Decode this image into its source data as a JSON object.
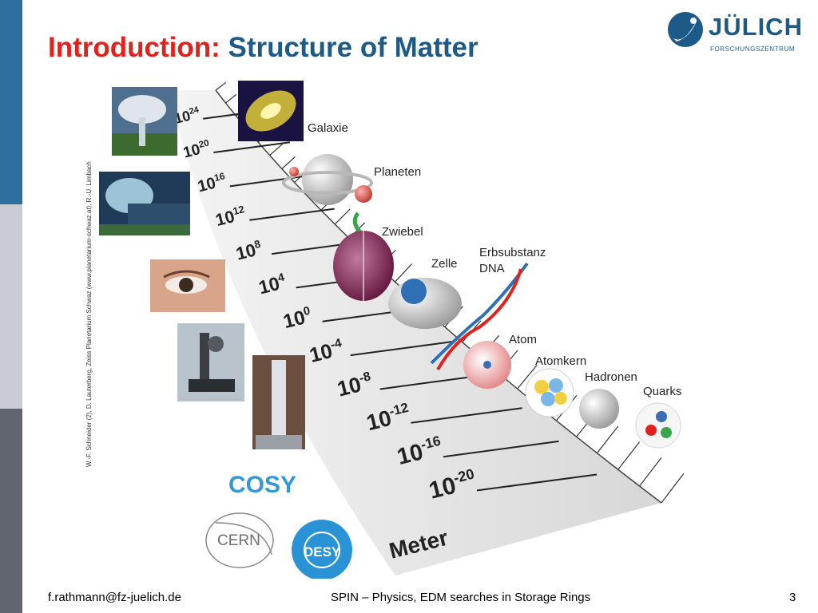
{
  "slide": {
    "title_part1": "Introduction:",
    "title_part2": "Structure of Matter",
    "logo_name": "JÜLICH",
    "logo_subtitle": "FORSCHUNGSZENTRUM",
    "footer_email": "f.rathmann@fz-juelich.de",
    "footer_talk": "SPIN – Physics, EDM searches in Storage Rings",
    "page_number": "3"
  },
  "figure": {
    "credit": "W.-F. Schneider (2), D. Lauterberg, Zeiss Planetarium Schwaz (www.planetarium-schwaz.at), R.-U. Limbach",
    "scale_exponents": [
      "24",
      "20",
      "16",
      "12",
      "8",
      "4",
      "0",
      "-4",
      "-8",
      "-12",
      "-16",
      "-20"
    ],
    "scale_base": "10",
    "unit_label": "Meter",
    "objects": [
      "Galaxie",
      "Planeten",
      "Zwiebel",
      "Zelle",
      "Erbsubstanz",
      "DNA",
      "Atom",
      "Atomkern",
      "Hadronen",
      "Quarks"
    ],
    "facility_labels": [
      "COSY",
      "CERN",
      "DESY"
    ],
    "colors": {
      "blue": "#2f6fa0",
      "red": "#e2211c",
      "navy": "#1d5a87",
      "cosy": "#3399d4",
      "desy": "#2a93d5"
    }
  }
}
